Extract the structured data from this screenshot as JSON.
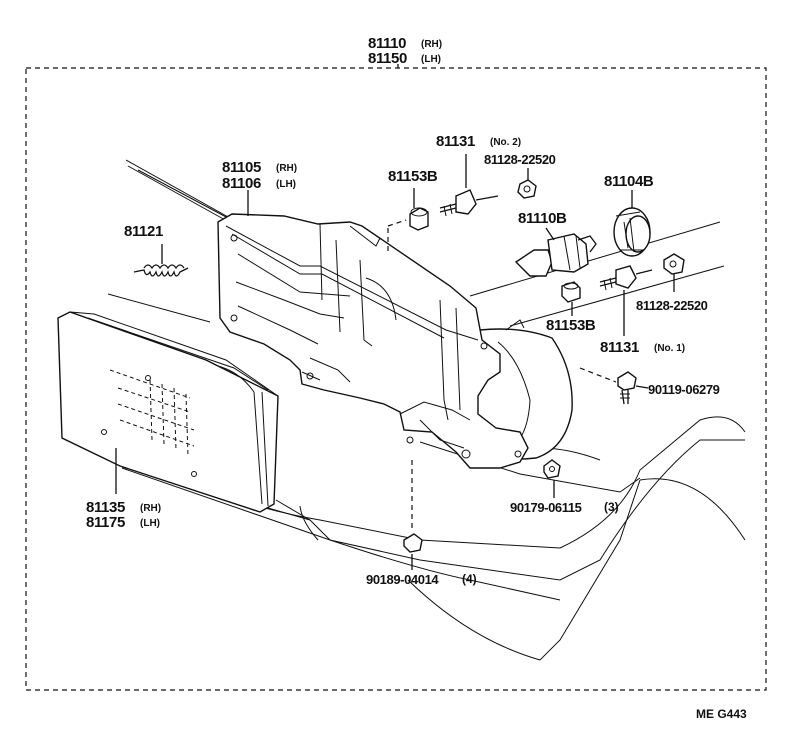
{
  "assembly": {
    "rh_number": "81110",
    "rh_side": "(RH)",
    "lh_number": "81150",
    "lh_side": "(LH)"
  },
  "parts": {
    "housing_rh": "81105",
    "housing_rh_side": "(RH)",
    "housing_lh": "81106",
    "housing_lh_side": "(LH)",
    "socket_no2": "81131",
    "socket_no2_note": "(No. 2)",
    "nut_top": "81128-22520",
    "cap_top": "81153B",
    "socket_cover": "81104B",
    "spring": "81121",
    "bulb": "81110B",
    "nut_right": "81128-22520",
    "cap_bottom": "81153B",
    "socket_no1": "81131",
    "socket_no1_note": "(No. 1)",
    "screw": "90119-06279",
    "nut_lower": "90179-06115",
    "nut_lower_qty": "(3)",
    "lens_rh": "81135",
    "lens_rh_side": "(RH)",
    "lens_lh": "81175",
    "lens_lh_side": "(LH)",
    "clip": "90189-04014",
    "clip_qty": "(4)"
  },
  "figure_code": "ME G443"
}
